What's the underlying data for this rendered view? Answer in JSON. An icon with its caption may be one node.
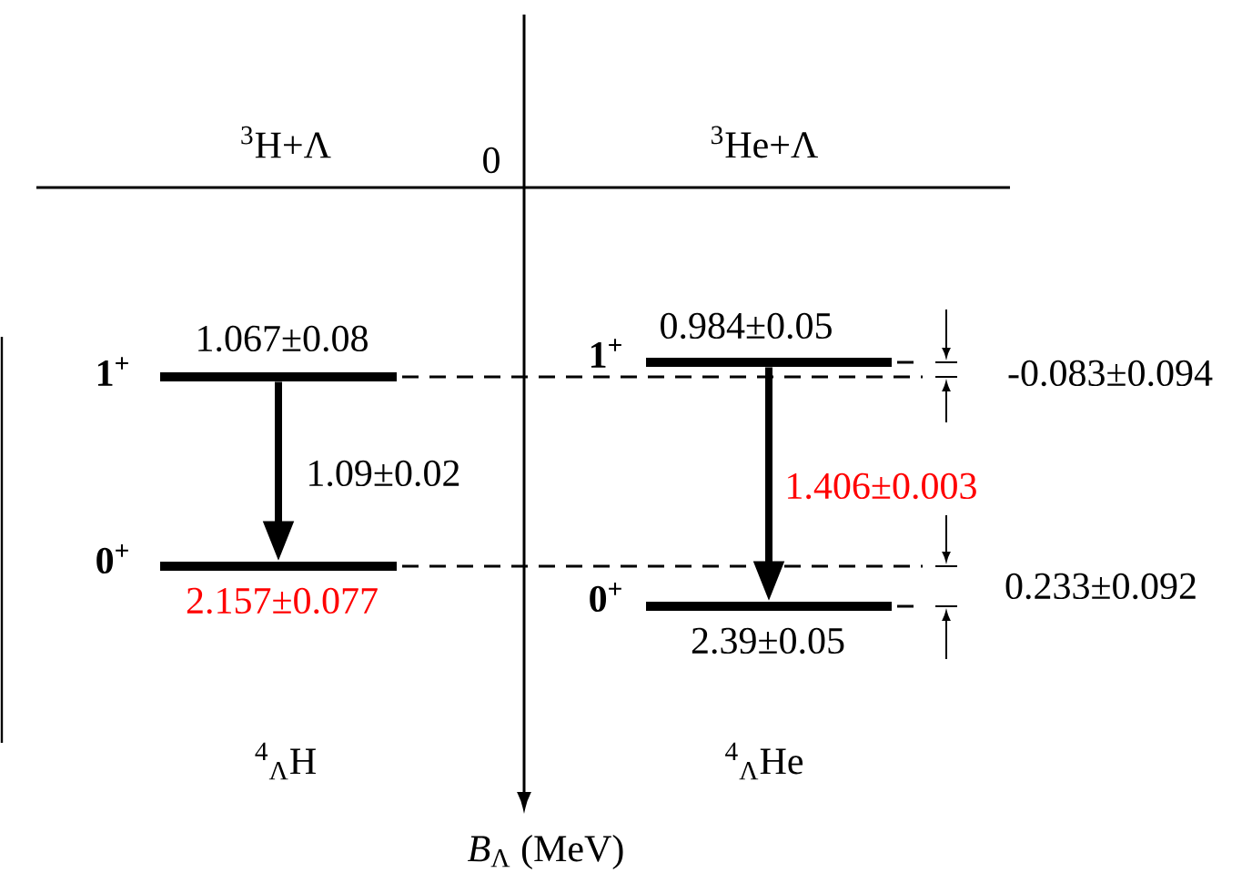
{
  "diagram": {
    "nodes": [
      {
        "text": [
          "1.067±0.08"
        ],
        "beside": [
          "1$^{+}$"
        ]
      },
      {
        "text": [
          "2.157±0.077"
        ],
        "beside": [
          "0$^{+}$"
        ]
      },
      {
        "text": [
          "0.984±0.05"
        ],
        "beside": [
          "1$^{+}$"
        ]
      },
      {
        "text": [
          "2.39±0.05"
        ],
        "beside": [
          "0$^{+}$"
        ]
      }
    ],
    "edges": [
      {
        "from": 0,
        "to": 1,
        "arrow": "to",
        "label": "1.09±0.02"
      },
      {
        "from": 2,
        "to": 3,
        "arrow": "to",
        "label": "1.406±0.003"
      }
    ],
    "labels": [
      "$^{3}$H+Λ",
      "0",
      "$^{3}$He+Λ",
      "-0.083±0.094",
      "0.233±0.092",
      "$^{4}$$_{Λ}$H",
      "$^{4}$$_{Λ}$He",
      "*B*$_{Λ}$ (MeV)"
    ]
  }
}
